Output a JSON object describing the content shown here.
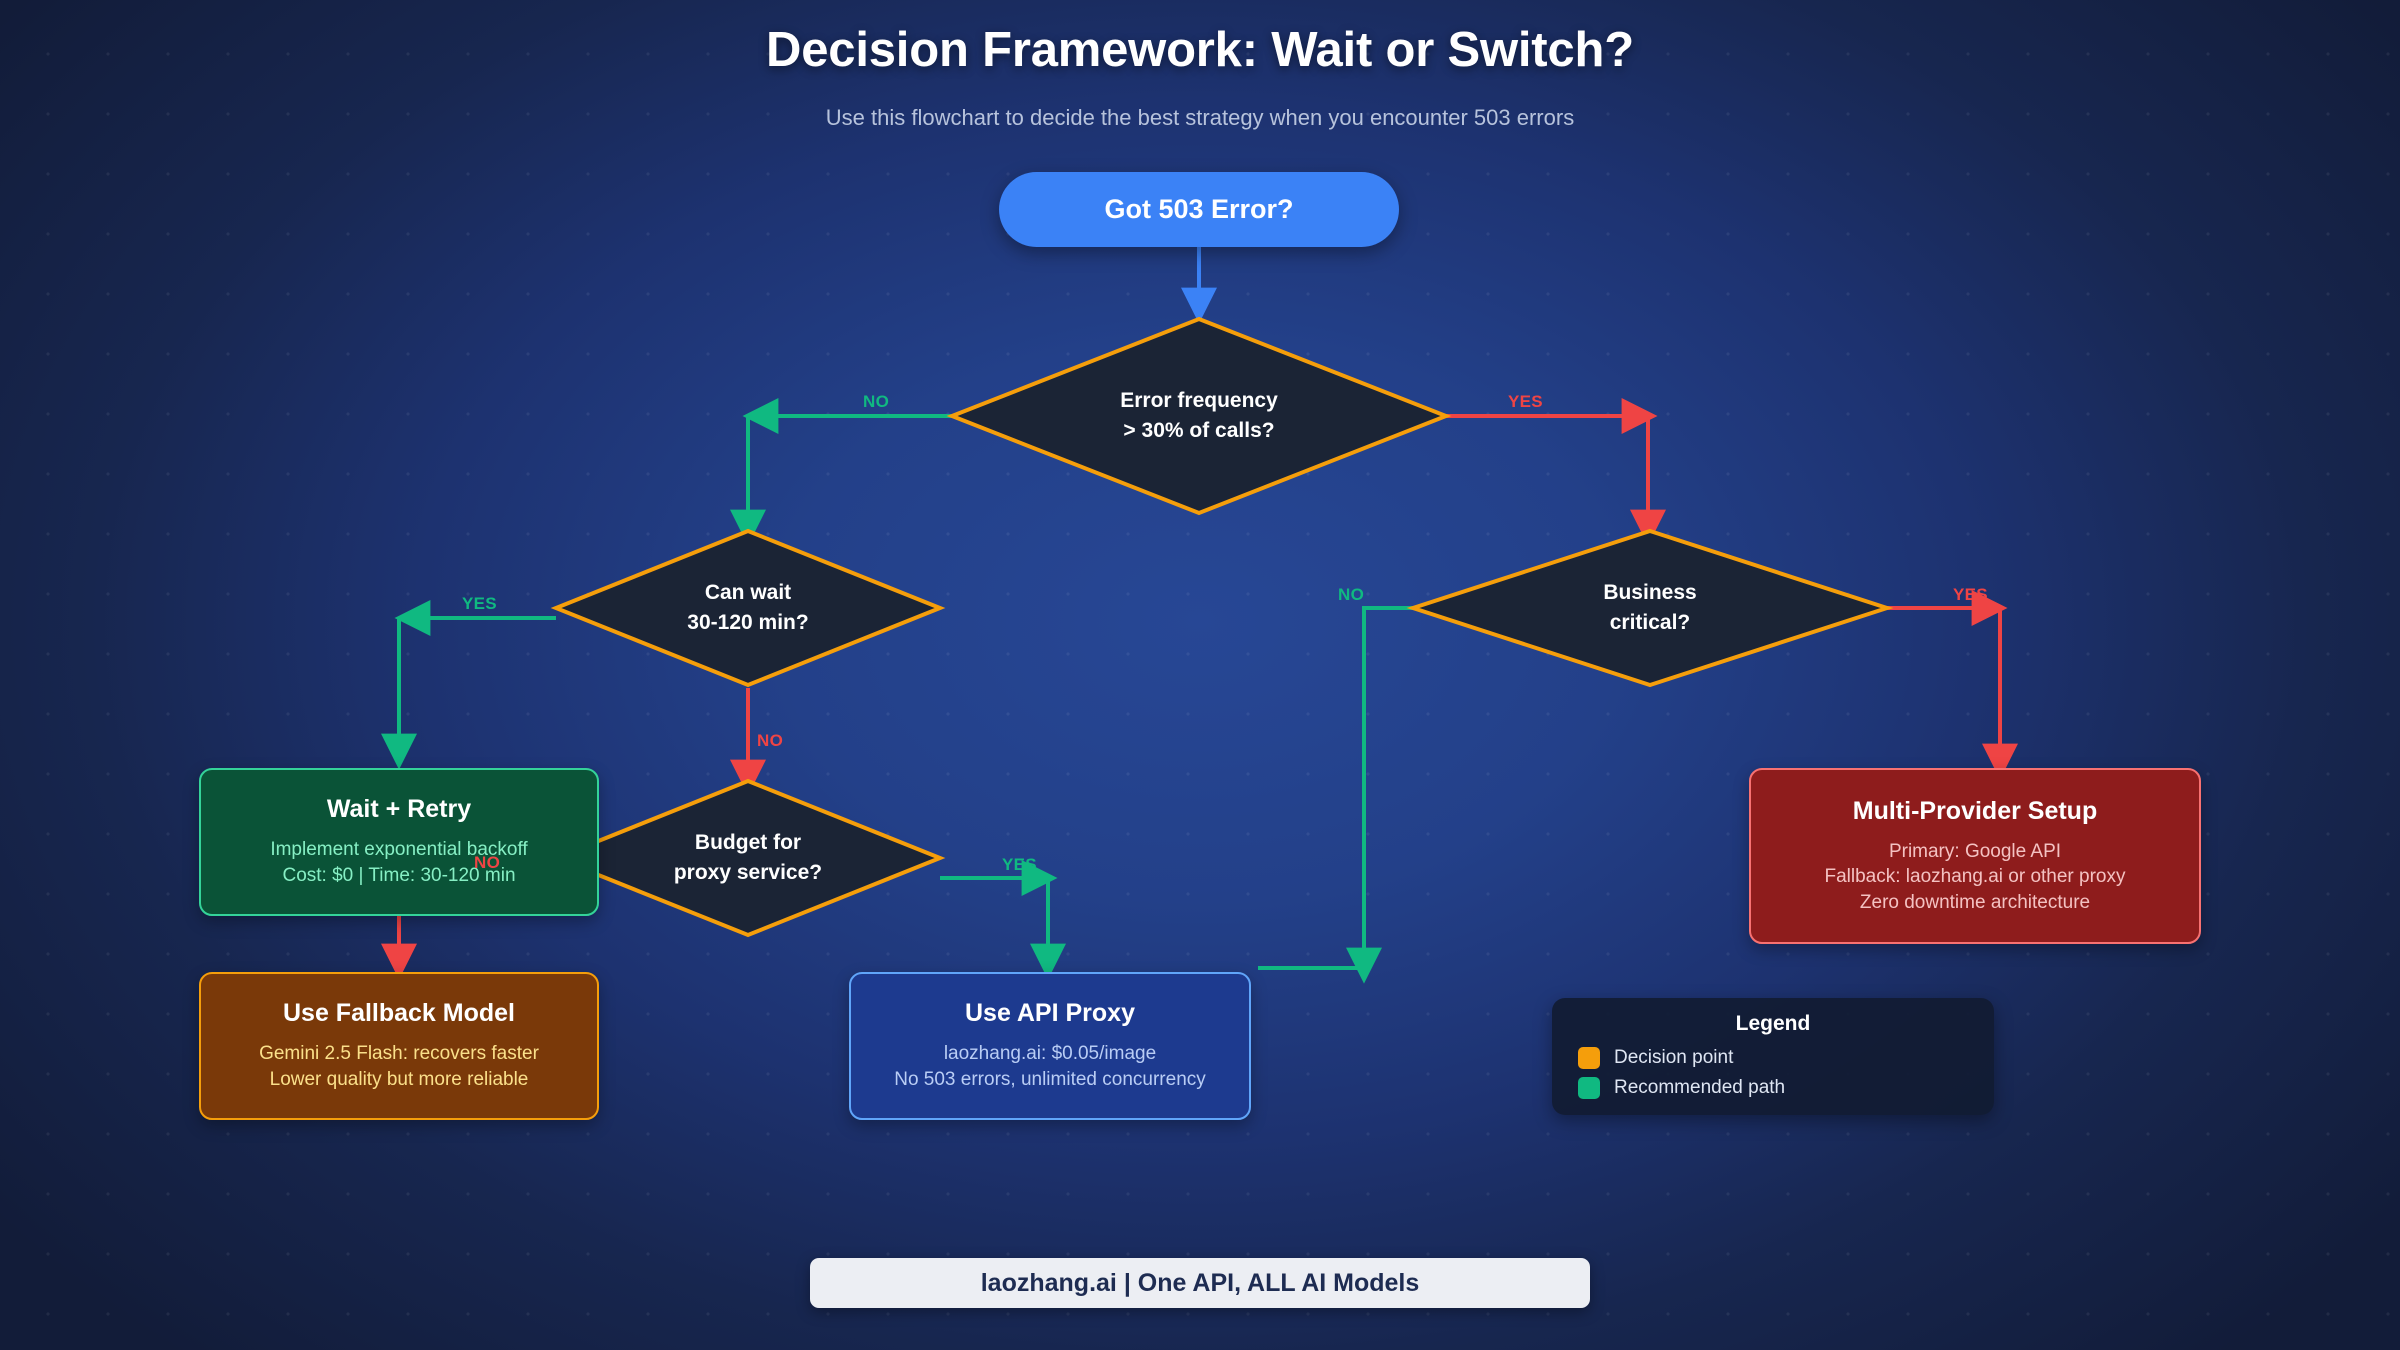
{
  "header": {
    "title": "Decision Framework: Wait or Switch?",
    "subtitle": "Use this flowchart to decide the best strategy when you encounter 503 errors"
  },
  "nodes": {
    "start": {
      "title": "Got 503 Error?"
    },
    "d_freq": {
      "line1": "Error frequency",
      "line2": "> 30% of calls?"
    },
    "d_wait": {
      "line1": "Can wait",
      "line2": "30-120 min?"
    },
    "d_budget": {
      "line1": "Budget for",
      "line2": "proxy service?"
    },
    "d_biz": {
      "line1": "Business",
      "line2": "critical?"
    },
    "wait_retry": {
      "title": "Wait + Retry",
      "line1": "Implement exponential backoff",
      "line2": "Cost: $0 | Time: 30-120 min"
    },
    "fallback": {
      "title": "Use Fallback Model",
      "line1": "Gemini 2.5 Flash: recovers faster",
      "line2": "Lower quality but more reliable"
    },
    "api_proxy": {
      "title": "Use API Proxy",
      "line1": "laozhang.ai: $0.05/image",
      "line2": "No 503 errors, unlimited concurrency"
    },
    "multi_provider": {
      "title": "Multi-Provider Setup",
      "line1": "Primary: Google API",
      "line2": "Fallback: laozhang.ai or other proxy",
      "line3": "Zero downtime architecture"
    }
  },
  "edges": {
    "freq_no": "NO",
    "freq_yes": "YES",
    "wait_yes": "YES",
    "wait_no": "NO",
    "budget_yes": "YES",
    "budget_no": "NO",
    "biz_no": "NO",
    "biz_yes": "YES"
  },
  "legend": {
    "title": "Legend",
    "items": [
      {
        "label": "Decision point",
        "color": "#f59e0b"
      },
      {
        "label": "Recommended path",
        "color": "#10b981"
      }
    ]
  },
  "footer": {
    "text": "laozhang.ai | One API, ALL AI Models"
  },
  "colors": {
    "start_fill": "#3b82f6",
    "decision_border": "#f59e0b",
    "decision_fill": "#1b2435",
    "yes_path": "#ef4444",
    "recommended_path": "#10b981",
    "green_box": "#0a5337",
    "brown_box": "#7a3909",
    "blue_box": "#1d3a8f",
    "red_box": "#8e1c1c"
  }
}
